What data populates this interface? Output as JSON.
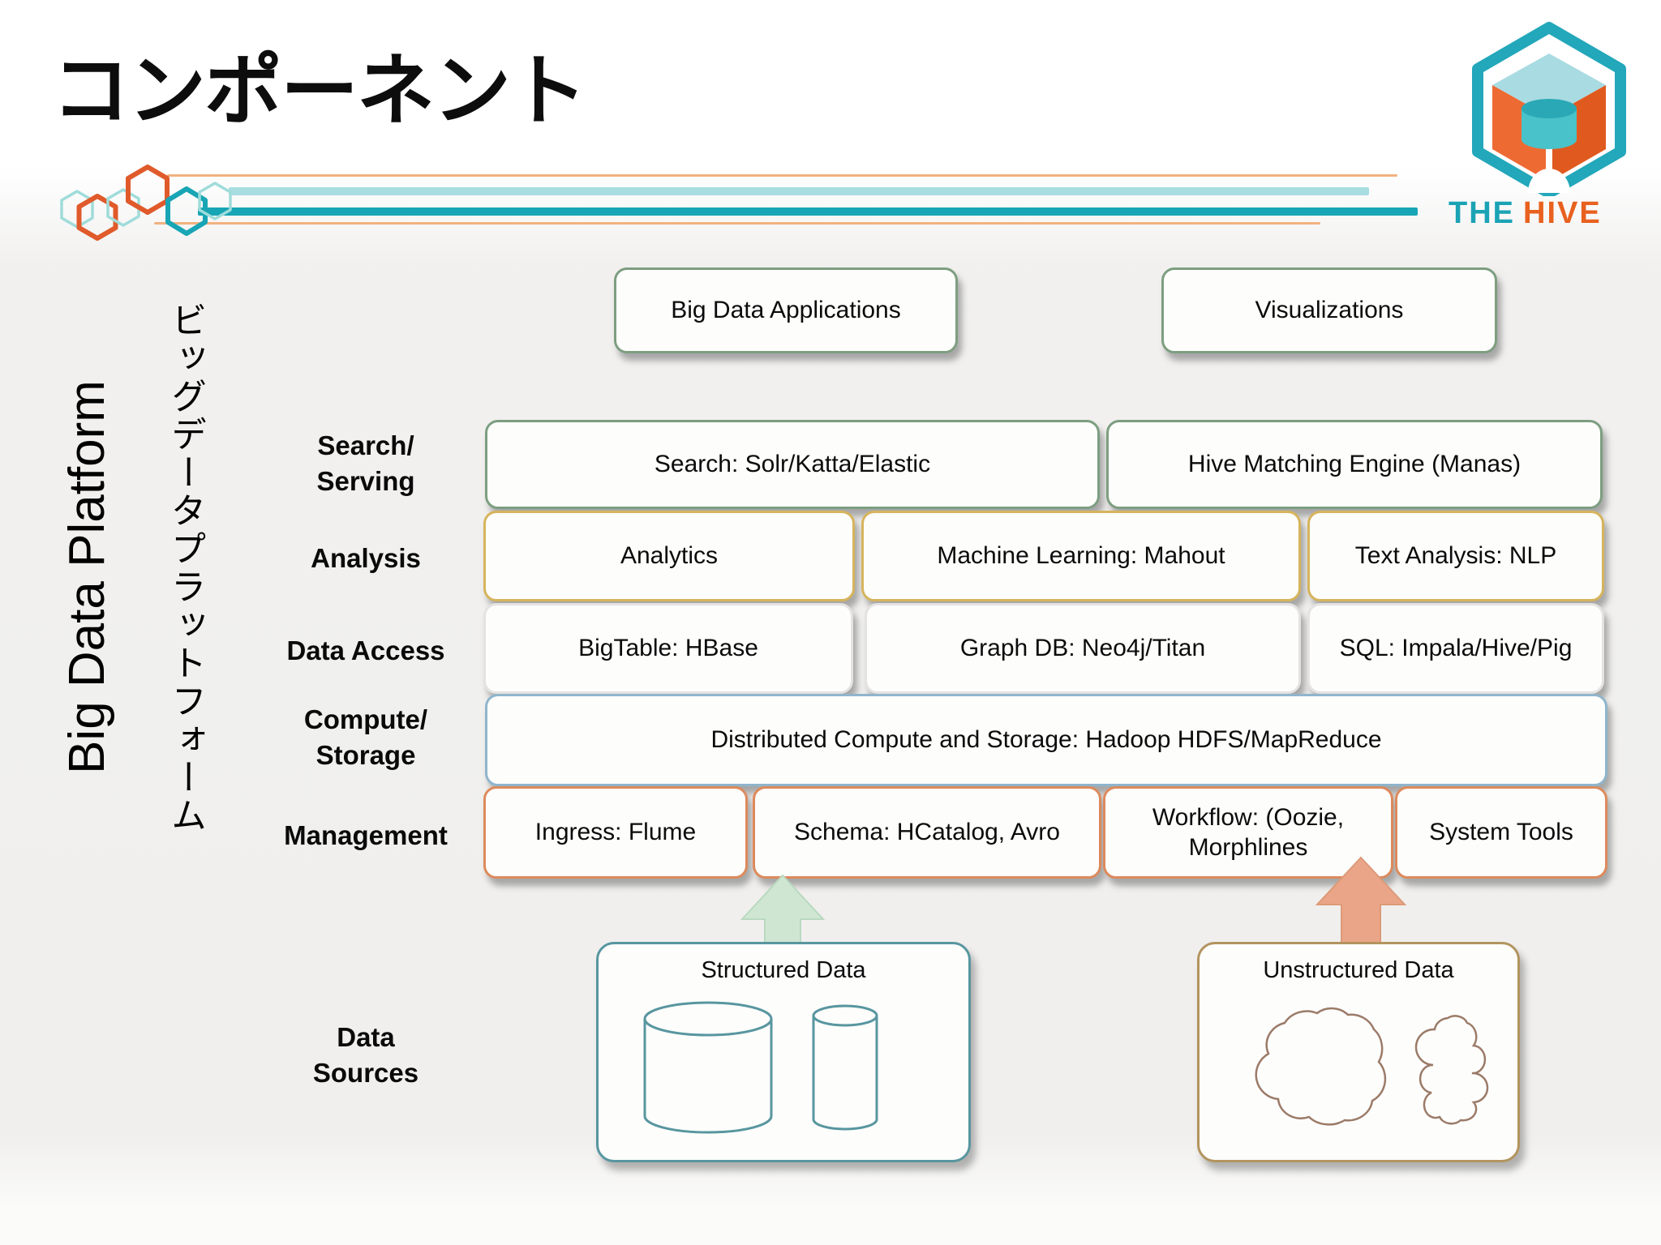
{
  "slide": {
    "title": "コンポーネント",
    "side_label_en": "Big Data Platform",
    "side_label_ja": "ビッグデータプラットフォーム"
  },
  "logo": {
    "the": "THE",
    "hive": "HIVE"
  },
  "colors": {
    "teal": "#18a5b5",
    "light_teal": "#a8dde2",
    "orange": "#e05a2b",
    "light_orange": "#f2b27f",
    "green_border": "#7d9e80",
    "gold_border": "#d6b45c",
    "light_border": "#e4e3e1",
    "blue_border": "#8fb5cb",
    "salmon_border": "#dd8a5c",
    "structured_border": "#58969f",
    "unstructured_border": "#b3945f",
    "cloud_stroke": "#9b7b68",
    "arrow_green": "#cfe6d2",
    "arrow_salmon": "#eaa588",
    "logo_teal": "#23a7ba",
    "logo_orange": "#e8611f"
  },
  "app_boxes": [
    {
      "label": "Big Data Applications"
    },
    {
      "label": "Visualizations"
    }
  ],
  "rows": [
    {
      "label": "Search/\nServing",
      "boxes": [
        {
          "label": "Search: Solr/Katta/Elastic"
        },
        {
          "label": "Hive Matching Engine (Manas)"
        }
      ]
    },
    {
      "label": "Analysis",
      "boxes": [
        {
          "label": "Analytics"
        },
        {
          "label": "Machine Learning: Mahout"
        },
        {
          "label": "Text Analysis: NLP"
        }
      ]
    },
    {
      "label": "Data Access",
      "boxes": [
        {
          "label": "BigTable: HBase"
        },
        {
          "label": "Graph DB: Neo4j/Titan"
        },
        {
          "label": "SQL: Impala/Hive/Pig"
        }
      ]
    },
    {
      "label": "Compute/\nStorage",
      "boxes": [
        {
          "label": "Distributed Compute and Storage: Hadoop HDFS/MapReduce"
        }
      ]
    },
    {
      "label": "Management",
      "boxes": [
        {
          "label": "Ingress: Flume"
        },
        {
          "label": "Schema: HCatalog, Avro"
        },
        {
          "label": "Workflow: (Oozie,\nMorphlines"
        },
        {
          "label": "System Tools"
        }
      ]
    }
  ],
  "data_sources": {
    "label": "Data\nSources",
    "structured": {
      "title": "Structured Data"
    },
    "unstructured": {
      "title": "Unstructured Data"
    }
  }
}
